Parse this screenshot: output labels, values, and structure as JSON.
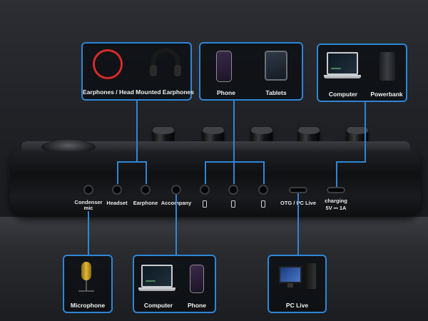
{
  "ports": {
    "condenser_mic": "Condenser mic",
    "headset": "Headset",
    "earphone": "Earphone",
    "accompany": "Accompany",
    "otg_pc_live": "OTG / PC Live",
    "charging": "charging",
    "charging_spec": "5V ⎓ 1A"
  },
  "boxes": {
    "earphones": "Earphones / Head Mounted Earphones",
    "phone_top": "Phone",
    "tablets": "Tablets",
    "computer_top": "Computer",
    "powerbank": "Powerbank",
    "microphone": "Microphone",
    "computer_bottom": "Computer",
    "phone_bottom": "Phone",
    "pc_live": "PC Live"
  },
  "colors": {
    "connector_line": "#2f86d6",
    "label_text": "#f2f2f2"
  },
  "icons": [
    "earphones-icon",
    "headphones-icon",
    "phone-icon",
    "tablet-icon",
    "laptop-icon",
    "powerbank-icon",
    "microphone-icon",
    "desktop-pc-icon"
  ]
}
